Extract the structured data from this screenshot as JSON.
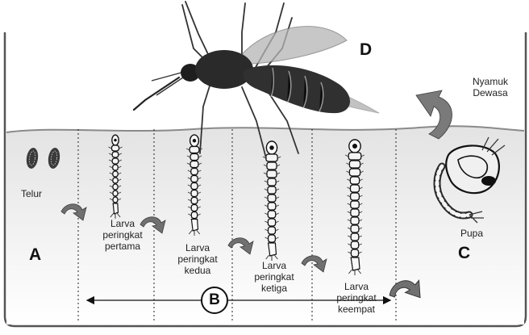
{
  "stages": {
    "a": "A",
    "b": "B",
    "c": "C",
    "d": "D"
  },
  "labels": {
    "telur": "Telur",
    "larva1": "Larva\nperingkat\npertama",
    "larva2": "Larva\nperingkat\nkedua",
    "larva3": "Larva\nperingkat\nketiga",
    "larva4": "Larva\nperingkat\nkeempat",
    "pupa": "Pupa",
    "dewasa": "Nyamuk\nDewasa"
  },
  "colors": {
    "water_top": "#e6e6e6",
    "water_bottom": "#ffffff",
    "mosquito": "#2e2e2e",
    "arrow": "#6f6f6f"
  },
  "icons": [
    "mosquito-icon",
    "egg-icon",
    "larva-icon",
    "pupa-icon",
    "curved-arrow-icon"
  ]
}
